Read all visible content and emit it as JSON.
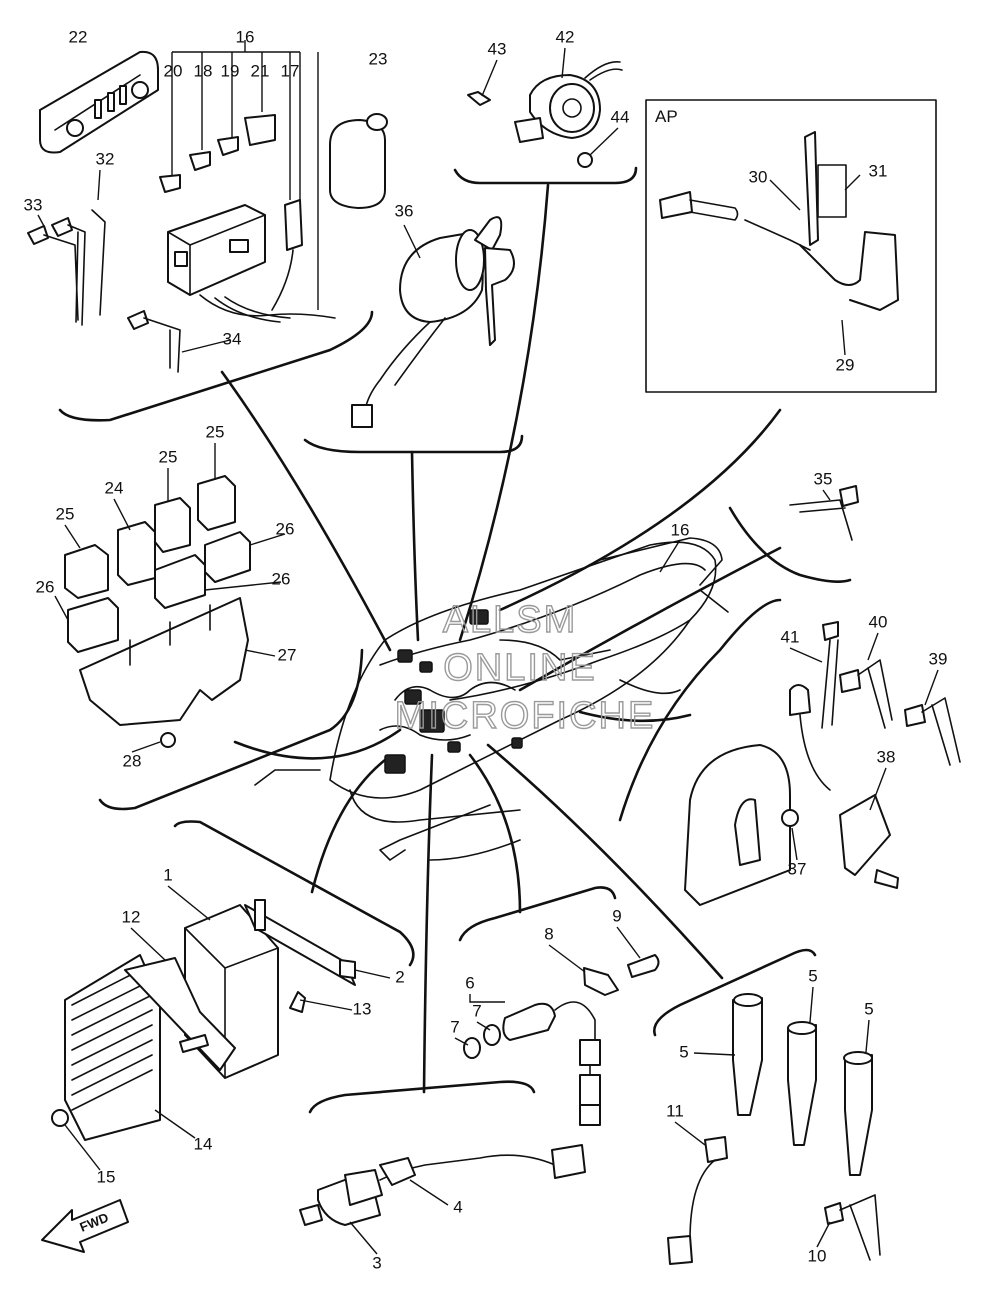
{
  "diagram": {
    "callouts": [
      "22",
      "16",
      "20",
      "18",
      "19",
      "21",
      "17",
      "23",
      "43",
      "42",
      "44",
      "AP",
      "30",
      "31",
      "29",
      "32",
      "33",
      "34",
      "36",
      "25",
      "24",
      "26",
      "27",
      "28",
      "35",
      "41",
      "40",
      "39",
      "38",
      "37",
      "1",
      "12",
      "2",
      "13",
      "14",
      "15",
      "6",
      "7",
      "8",
      "9",
      "3",
      "4",
      "5",
      "11",
      "10"
    ],
    "ap_label": "AP",
    "fwd_label": "FWD",
    "watermark": [
      "ALLSM",
      "ONLINE",
      "MICROFICHE"
    ]
  },
  "colors": {
    "ink": "#111111",
    "paper": "#ffffff",
    "watermark": "#9a9a9a"
  }
}
